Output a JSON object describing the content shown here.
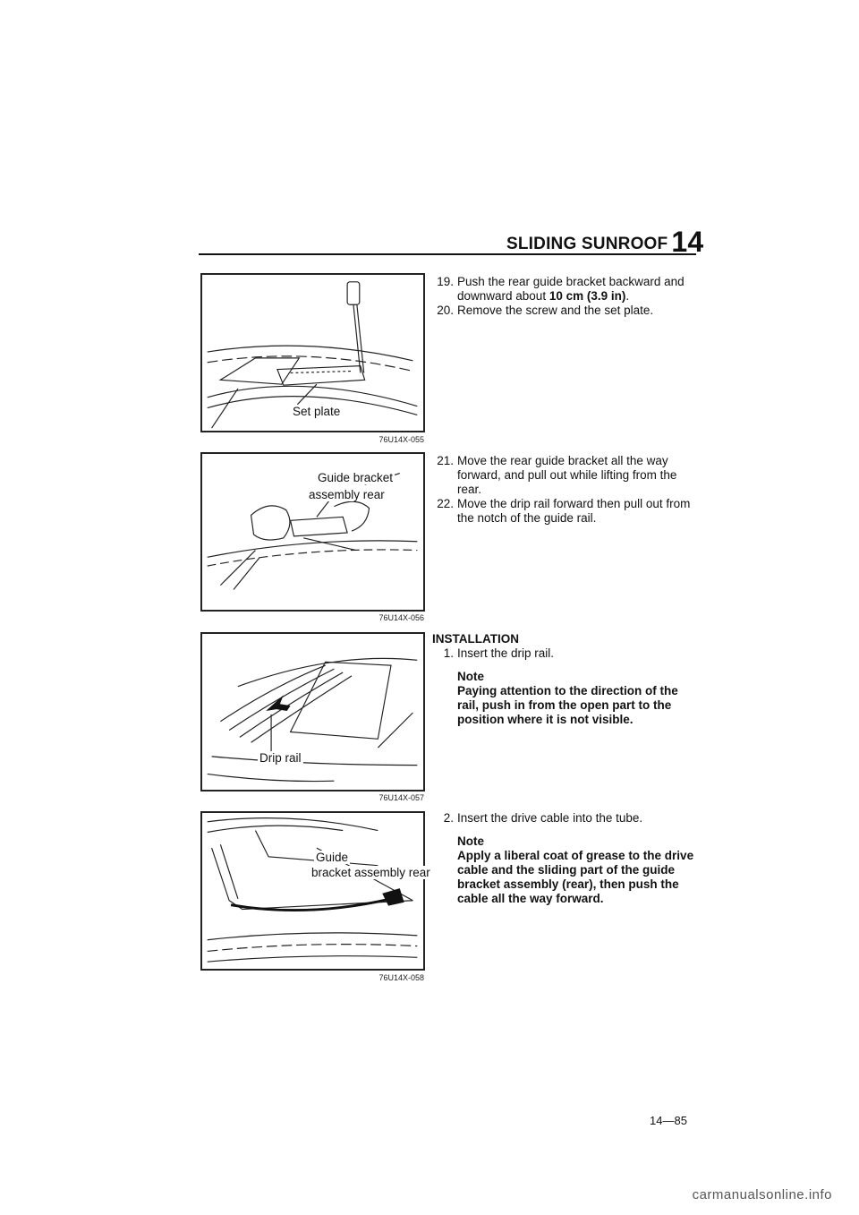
{
  "header": {
    "title": "SLIDING SUNROOF",
    "chapter": "14"
  },
  "figures": [
    {
      "label": "Set plate",
      "code": "76U14X-055"
    },
    {
      "label_line1": "Guide bracket",
      "label_line2": "assembly rear",
      "code": "76U14X-056"
    },
    {
      "label": "Drip rail",
      "code": "76U14X-057"
    },
    {
      "label_line1": "Guide",
      "label_line2": "bracket assembly rear",
      "code": "76U14X-058"
    }
  ],
  "block1": {
    "step19_num": "19.",
    "step19_text": "Push the rear guide bracket backward and downward about",
    "step19_bold": "10 cm (3.9 in)",
    "step19_end": ".",
    "step20_num": "20.",
    "step20_text": "Remove the screw and the set plate."
  },
  "block2": {
    "step21_num": "21.",
    "step21_text": "Move the rear guide bracket all the way forward, and pull out while lifting from the rear.",
    "step22_num": "22.",
    "step22_text": "Move the drip rail forward then pull out from the notch of the guide rail."
  },
  "block3": {
    "heading": "INSTALLATION",
    "step1_num": "1.",
    "step1_text": "Insert the drip rail.",
    "note_title": "Note",
    "note_text": "Paying attention to the direction of the rail, push in from the open part to the position where it is not visible."
  },
  "block4": {
    "step2_num": "2.",
    "step2_text": "Insert the drive cable into the tube.",
    "note_title": "Note",
    "note_text": "Apply a liberal coat of grease to the drive cable and the sliding part of the guide bracket assembly (rear), then push the cable all the way forward."
  },
  "page_number": "14—85",
  "footer": "carmanualsonline.info"
}
